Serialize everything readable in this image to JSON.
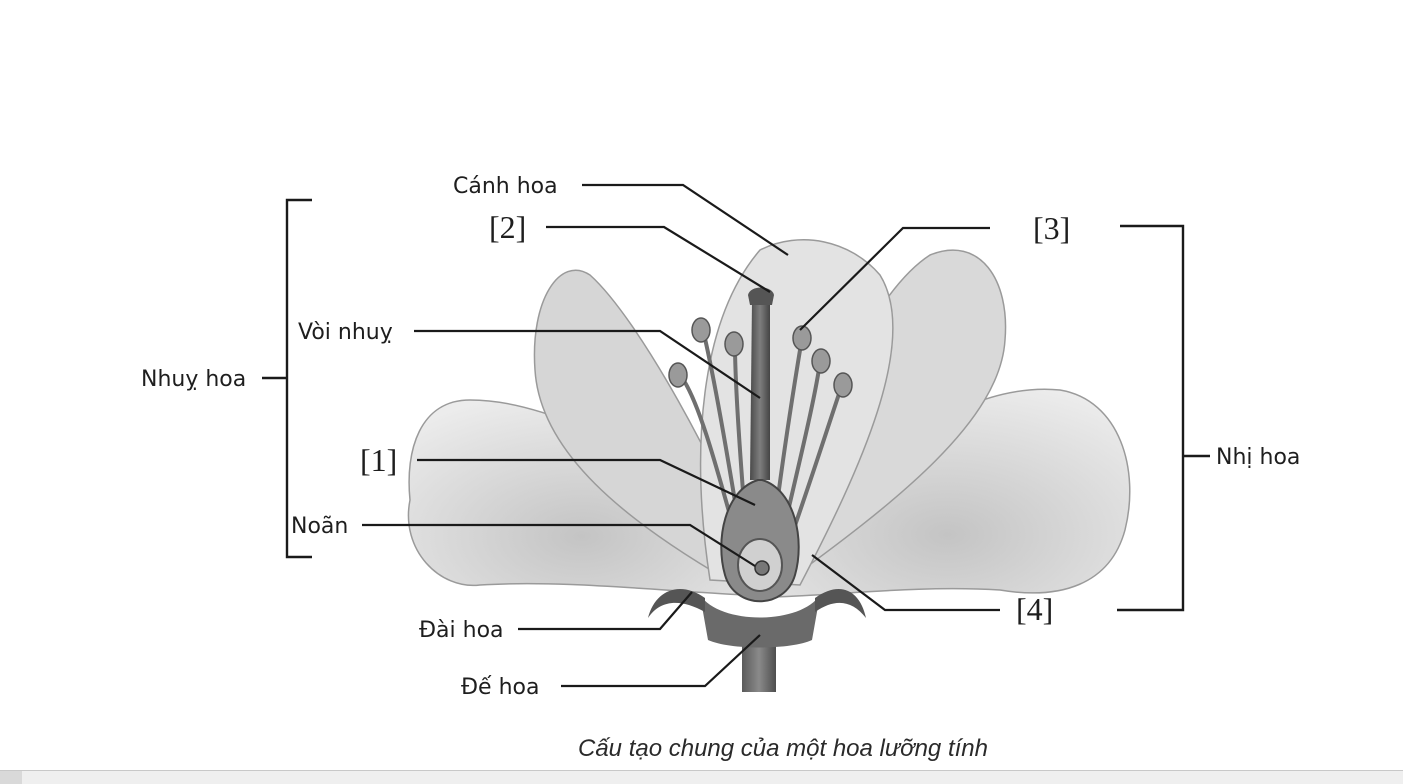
{
  "labels": {
    "canh_hoa": "Cánh hoa",
    "label_2": "[2]",
    "label_3": "[3]",
    "voi_nhuy": "Vòi nhuỵ",
    "nhuy_hoa": "Nhuỵ hoa",
    "label_1": "[1]",
    "noan": "Noãn",
    "nhi_hoa": "Nhị hoa",
    "label_4": "[4]",
    "dai_hoa": "Đài hoa",
    "de_hoa": "Đế hoa"
  },
  "caption": "Cấu tạo chung của một hoa lưỡng tính"
}
